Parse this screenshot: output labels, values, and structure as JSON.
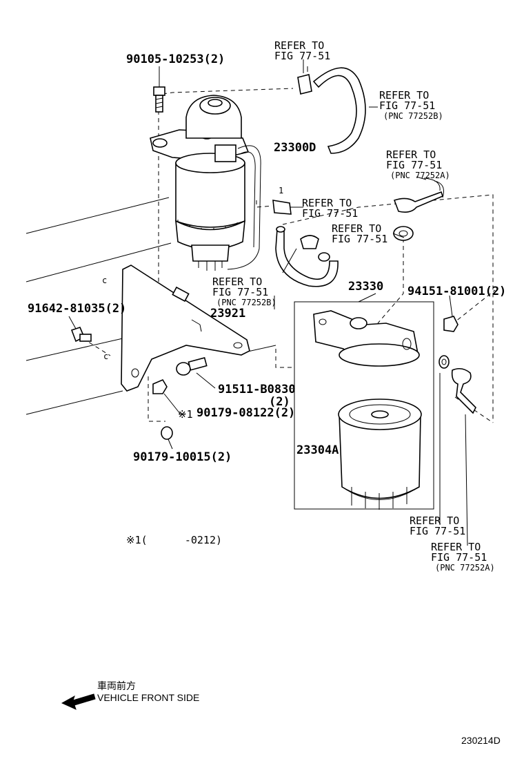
{
  "parts": {
    "p1": "90105-10253(2)",
    "p2": "23300D",
    "p3": "91642-81035(2)",
    "p4": "23921",
    "p5": "23330",
    "p6": "94151-81001(2)",
    "p7": "91511-B0830",
    "p7_qty": "(2)",
    "p8": "90179-08122(2)",
    "p8_marker": "※1",
    "p9": "90179-10015(2)",
    "p10": "23304A"
  },
  "refs": {
    "r1_line1": "REFER TO",
    "r1_line2": "FIG 77-51",
    "r2_line1": "REFER TO",
    "r2_line2": "FIG 77-51",
    "r2_line3": "(PNC 77252B)",
    "r3_line1": "REFER TO",
    "r3_line2": "FIG 77-51",
    "r3_line3": "(PNC 77252A)",
    "r4_line1": "REFER TO",
    "r4_line2": "FIG 77-51",
    "r5_line1": "REFER TO",
    "r5_line2": "FIG 77-51",
    "r6_line1": "REFER TO",
    "r6_line2": "FIG 77-51",
    "r6_line3": "(PNC 77252B)",
    "r7_line1": "REFER TO",
    "r7_line2": "FIG 77-51",
    "r8_line1": "REFER TO",
    "r8_line2": "FIG 77-51",
    "r8_line3": "(PNC 77252A)"
  },
  "markers": {
    "m1": "1",
    "c1": "c",
    "c2": "c"
  },
  "note": "※1(      -0212)",
  "footer": {
    "jp_label": "車両前方",
    "en_label": "VEHICLE FRONT SIDE",
    "code": "230214D"
  }
}
